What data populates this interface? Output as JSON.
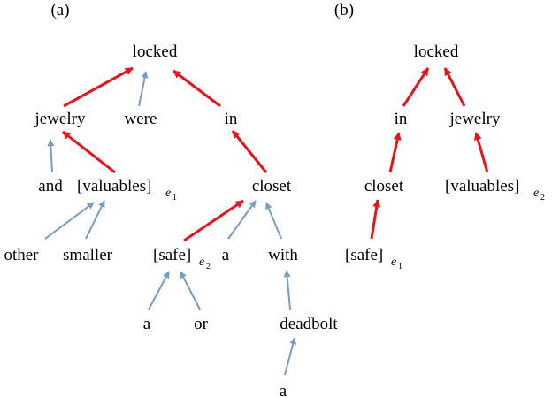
{
  "panels": [
    {
      "label": "(a)",
      "nodes": {
        "locked": {
          "text": "locked"
        },
        "jewelry": {
          "text": "jewelry"
        },
        "were": {
          "text": "were"
        },
        "in": {
          "text": "in"
        },
        "and": {
          "text": "and"
        },
        "valuables": {
          "text": "[valuables]",
          "sub": "e",
          "subsub": "1"
        },
        "closet": {
          "text": "closet"
        },
        "other": {
          "text": "other"
        },
        "smaller": {
          "text": "smaller"
        },
        "safe": {
          "text": "[safe]",
          "sub": "e",
          "subsub": "2"
        },
        "a1": {
          "text": "a"
        },
        "with": {
          "text": "with"
        },
        "a2": {
          "text": "a"
        },
        "or": {
          "text": "or"
        },
        "deadbolt": {
          "text": "deadbolt"
        },
        "a3": {
          "text": "a"
        }
      },
      "edges": [
        {
          "from": "jewelry",
          "to": "locked",
          "type": "path"
        },
        {
          "from": "were",
          "to": "locked",
          "type": "other"
        },
        {
          "from": "in",
          "to": "locked",
          "type": "path"
        },
        {
          "from": "and",
          "to": "jewelry",
          "type": "other"
        },
        {
          "from": "valuables",
          "to": "jewelry",
          "type": "path"
        },
        {
          "from": "closet",
          "to": "in",
          "type": "path"
        },
        {
          "from": "other",
          "to": "valuables",
          "type": "other"
        },
        {
          "from": "smaller",
          "to": "valuables",
          "type": "other"
        },
        {
          "from": "safe",
          "to": "closet",
          "type": "path"
        },
        {
          "from": "a1",
          "to": "closet",
          "type": "other"
        },
        {
          "from": "with",
          "to": "closet",
          "type": "other"
        },
        {
          "from": "a2",
          "to": "safe",
          "type": "other"
        },
        {
          "from": "or",
          "to": "safe",
          "type": "other"
        },
        {
          "from": "deadbolt",
          "to": "with",
          "type": "other"
        },
        {
          "from": "a3",
          "to": "deadbolt",
          "type": "other"
        }
      ]
    },
    {
      "label": "(b)",
      "nodes": {
        "locked": {
          "text": "locked"
        },
        "in": {
          "text": "in"
        },
        "jewelry": {
          "text": "jewelry"
        },
        "closet": {
          "text": "closet"
        },
        "valuables": {
          "text": "[valuables]",
          "sub": "e",
          "subsub": "2"
        },
        "safe": {
          "text": "[safe]",
          "sub": "e",
          "subsub": "1"
        }
      },
      "edges": [
        {
          "from": "in",
          "to": "locked",
          "type": "path"
        },
        {
          "from": "jewelry",
          "to": "locked",
          "type": "path"
        },
        {
          "from": "closet",
          "to": "in",
          "type": "path"
        },
        {
          "from": "valuables",
          "to": "jewelry",
          "type": "path"
        },
        {
          "from": "safe",
          "to": "closet",
          "type": "path"
        }
      ]
    }
  ],
  "colors": {
    "path": "#e8141c",
    "other": "#7a9cc0"
  }
}
